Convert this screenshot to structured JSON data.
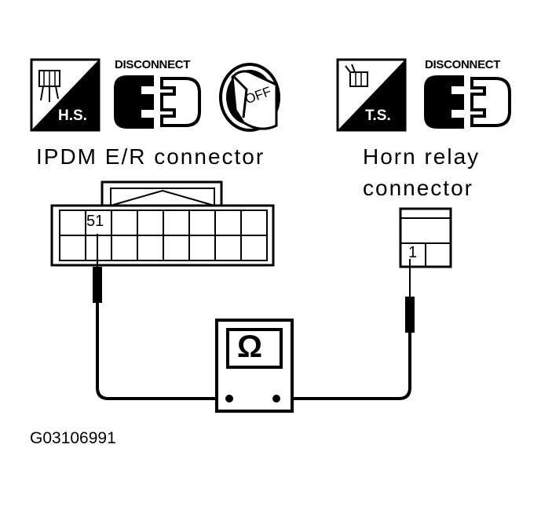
{
  "left_group": {
    "icon_code": "H.S.",
    "disconnect_label": "DISCONNECT",
    "key_label": "OFF",
    "connector_title": "IPDM E/R connector",
    "terminal": "51"
  },
  "right_group": {
    "icon_code": "T.S.",
    "disconnect_label": "DISCONNECT",
    "connector_title_line1": "Horn relay",
    "connector_title_line2": "connector",
    "terminal": "1"
  },
  "meter": {
    "symbol": "Ω",
    "icon": "ohmmeter-icon"
  },
  "figure_id": "G03106991",
  "colors": {
    "ink": "#000000",
    "paper": "#ffffff"
  }
}
